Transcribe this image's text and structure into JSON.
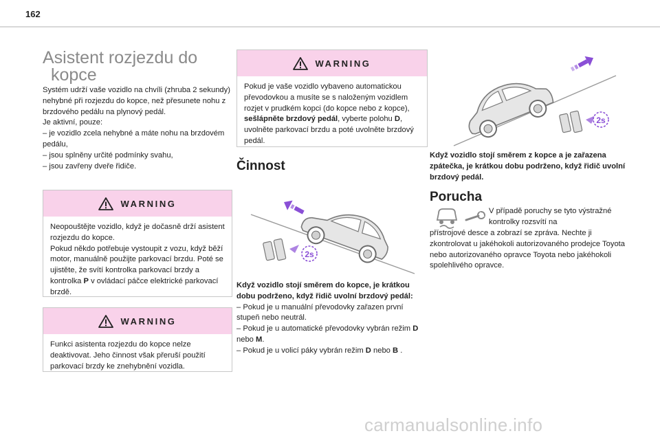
{
  "page_number": "162",
  "title_line1": "Asistent rozjezdu do",
  "title_line2": "kopce",
  "intro": {
    "p1": "Systém udrží vaše vozidlo na chvíli (zhruba 2 sekundy) nehybné při rozjezdu do kopce, než přesunete nohu z brzdového pedálu na plynový pedál.",
    "p2": "Je aktivní, pouze:",
    "items": [
      "– je vozidlo zcela nehybné a máte nohu na brzdovém pedálu,",
      "– jsou splněny určité podmínky svahu,",
      "– jsou zavřeny dveře řidiče."
    ]
  },
  "warning_label": "WARNING",
  "warning1": {
    "l1": "Neopouštějte vozidlo, když je dočasně drží asistent rozjezdu do kopce.",
    "l2": "Pokud někdo potřebuje vystoupit z vozu, když běží motor, manuálně použijte parkovací brzdu. Poté se ujistěte, že svítí kontrolka parkovací brzdy a kontrolka ",
    "l2_bold": "P",
    "l2_end": " v ovládací páčce elektrické parkovací brzdě."
  },
  "warning2": {
    "text": "Funkci asistenta rozjezdu do kopce nelze deaktivovat. Jeho činnost však přeruší použití parkovací brzdy ke znehybnění vozidla."
  },
  "warning3": {
    "a": "Pokud je vaše vozidlo vybaveno automatickou převodovkou a musíte se s naloženým vozidlem rozjet v prudkém kopci (do kopce nebo z kopce), ",
    "bold1": "sešlápněte brzdový pedál",
    "b": ", vyberte polohu ",
    "bold2": "D",
    "c": ", uvolněte parkovací brzdu a poté uvolněte brzdový pedál."
  },
  "section_cinnost": "Činnost",
  "cinnost": {
    "lead": "Když vozidlo stojí směrem do kopce, je krátkou dobu podrženo, když řidič uvolní brzdový pedál:",
    "i1": "– Pokud je u manuální převodovky zařazen první stupeň nebo neutrál.",
    "i2a": "– Pokud je u automatické převodovky vybrán režim ",
    "i2b": "D",
    "i2c": " nebo ",
    "i2d": "M",
    "i2e": ".",
    "i3a": "– Pokud je u volicí páky vybrán režim ",
    "i3b": "D",
    "i3c": " nebo ",
    "i3d": "B",
    "i3e": " ."
  },
  "badge_text": "2s",
  "col3_caption": "Když vozidlo stojí směrem z kopce a je zařazena zpátečka, je krátkou dobu podrženo, když řidič uvolní brzdový pedál.",
  "section_porucha": "Porucha",
  "porucha": {
    "a": "V případě poruchy se tyto výstražné kontrolky rozsvítí na",
    "b": "přístrojové desce a zobrazí se zpráva. Nechte ji zkontrolovat u jakéhokoli autorizovaného prodejce Toyota nebo autorizovaného opravce Toyota nebo jakéhokoli spolehlivého opravce."
  },
  "watermark": "carmanualsonline.info",
  "colors": {
    "warning_header": "#f9d2ea",
    "title_gray": "#8a8a8a",
    "accent_purple": "#8a4fd6",
    "watermark": "#cfcfcf"
  }
}
